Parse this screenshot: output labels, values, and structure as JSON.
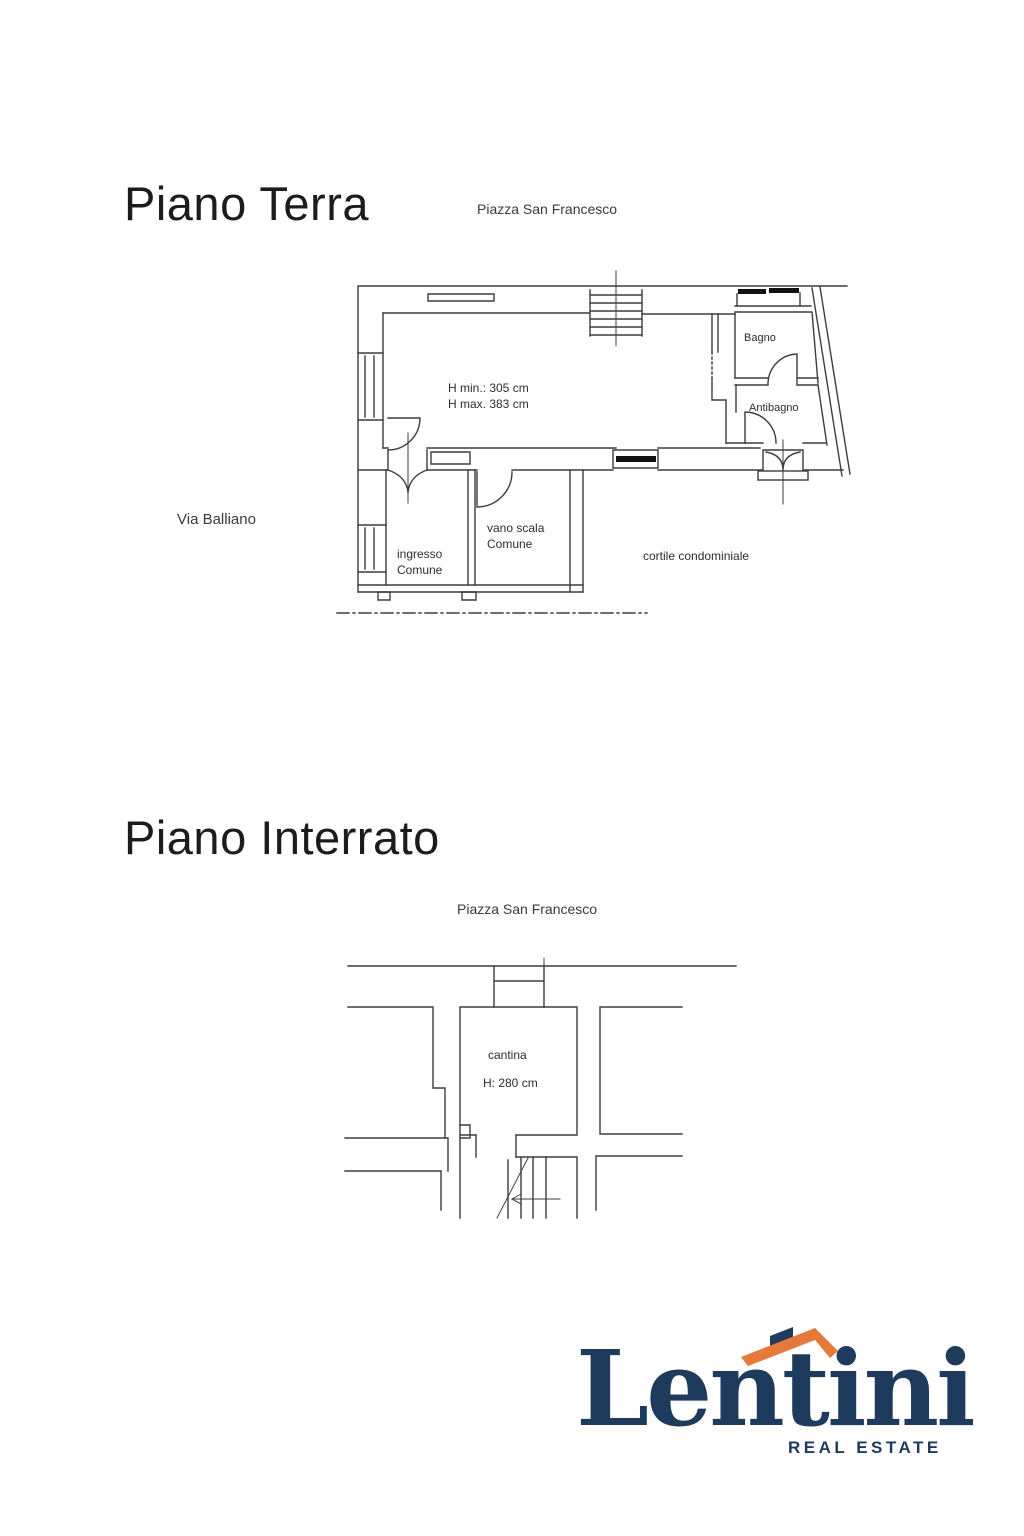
{
  "document": {
    "type": "real-estate floor plan page",
    "background": "#ffffff",
    "line_color": "#3d3d3d",
    "text_color": "#2e2e2e"
  },
  "ground_floor": {
    "title": "Piano Terra",
    "street_top": "Piazza San Francesco",
    "street_left": "Via Balliano",
    "labels": {
      "height_min": "H min.: 305 cm",
      "height_max": "H max. 383 cm",
      "bagno": "Bagno",
      "antibagno": "Antibagno",
      "ingresso_line1": "ingresso",
      "ingresso_line2": "Comune",
      "vano_scala_line1": "vano scala",
      "vano_scala_line2": "Comune",
      "cortile": "cortile condominiale"
    }
  },
  "basement": {
    "title": "Piano Interrato",
    "street_top": "Piazza San Francesco",
    "labels": {
      "cantina": "cantina",
      "height": "H: 280 cm"
    }
  },
  "logo": {
    "wordmark": "Lentini",
    "tagline": "REAL ESTATE",
    "navy": "#1e3b5d",
    "orange": "#e5793a",
    "icon": "house-roof-icon"
  }
}
